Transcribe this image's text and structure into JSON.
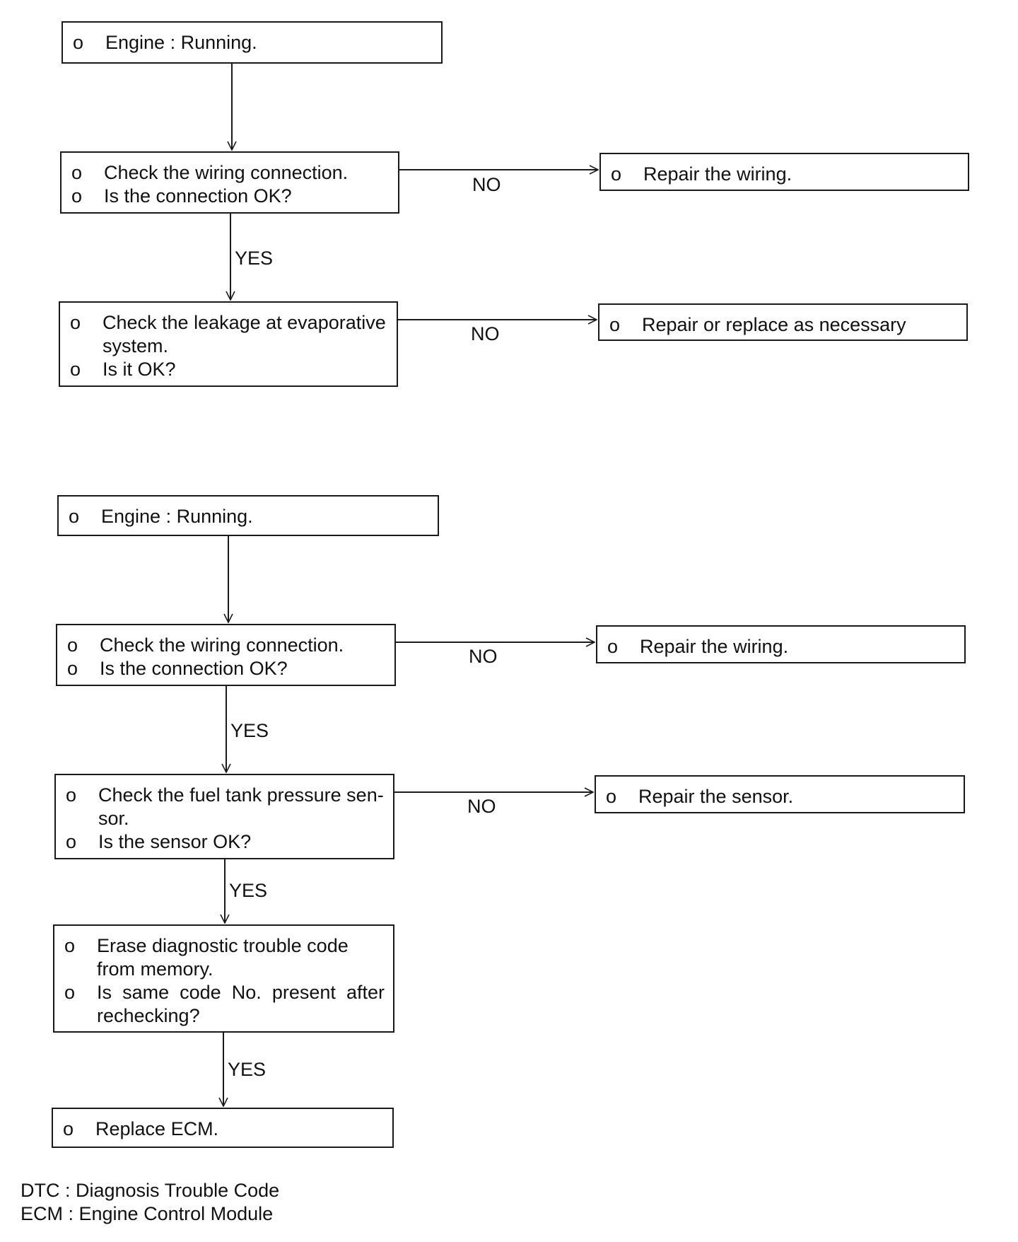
{
  "bullet_char": "o",
  "flowchart_1": {
    "start": {
      "lines": [
        "Engine : Running."
      ]
    },
    "check_wiring": {
      "lines": [
        "Check the wiring connection.",
        "Is the connection OK?"
      ]
    },
    "repair_wiring": {
      "lines": [
        "Repair the wiring."
      ]
    },
    "check_leakage": {
      "lines": [
        "Check the leakage at evaporative system.",
        "Is it OK?"
      ]
    },
    "repair_replace": {
      "lines": [
        "Repair or replace as necessary"
      ]
    },
    "labels": {
      "no_1": "NO",
      "yes_1": "YES",
      "no_2": "NO"
    }
  },
  "flowchart_2": {
    "start": {
      "lines": [
        "Engine : Running."
      ]
    },
    "check_wiring": {
      "lines": [
        "Check the wiring connection.",
        "Is the connection OK?"
      ]
    },
    "repair_wiring": {
      "lines": [
        "Repair the wiring."
      ]
    },
    "check_sensor": {
      "lines": [
        "Check the fuel tank pressure sen- sor.",
        "Is the sensor OK?"
      ]
    },
    "repair_sensor": {
      "lines": [
        "Repair the sensor."
      ]
    },
    "erase_dtc": {
      "lines": [
        "Erase diagnostic trouble code from memory.",
        "Is same code No. present after rechecking?"
      ]
    },
    "replace_ecm": {
      "lines": [
        "Replace ECM."
      ]
    },
    "labels": {
      "no_1": "NO",
      "yes_1": "YES",
      "no_2": "NO",
      "yes_2": "YES",
      "yes_3": "YES"
    }
  },
  "legend": [
    "DTC : Diagnosis Trouble Code",
    "ECM : Engine Control Module"
  ]
}
